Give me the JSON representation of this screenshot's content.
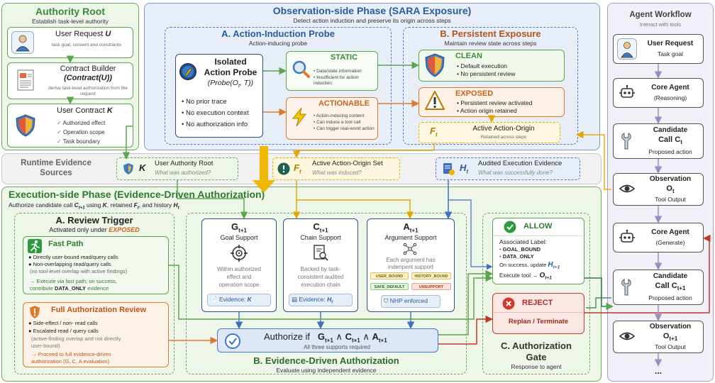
{
  "colors": {
    "green_border": "#5aa64e",
    "green_fill": "#eef7ea",
    "blue_border": "#4a7bbf",
    "blue_fill": "#e8eef8",
    "orange_border": "#e07a2a",
    "orange_fill": "#fdf0e4",
    "grey_border": "#9a9a9a",
    "purple_border": "#9a8fc0",
    "yellow": "#f0b400",
    "red": "#c0392b",
    "teal": "#2b7a78"
  },
  "authority_root": {
    "title": "Authority Root",
    "subtitle": "Establish task-level authority",
    "user_request": {
      "title": "User Request ",
      "var": "U",
      "desc": "task goal, consent and constraints"
    },
    "contract_builder": {
      "title": "Contract Builder",
      "formula": "(Contract(U))",
      "desc": "derive task-level authorization from the request"
    },
    "user_contract": {
      "title": "User Contract ",
      "var": "K",
      "items": [
        "Authorized effect",
        "Operation scope",
        "Task boundary"
      ]
    }
  },
  "observation_phase": {
    "title": "Observation-side Phase (SARA Exposure)",
    "subtitle": "Detect action induction and preserve its origin across steps",
    "probe": {
      "title": "A. Action-Induction Probe",
      "subtitle": "Action-inducing probe",
      "isolated_title_1": "Isolated",
      "isolated_title_2": "Action Probe",
      "formula": "(Probe(O",
      "formula_sub": "t",
      "formula_end": ", T))",
      "items": [
        "No prior trace",
        "No execution context",
        "No authorization info"
      ],
      "static": {
        "label": "STATIC",
        "items": [
          "Data/state information",
          "Insufficient for action induction"
        ]
      },
      "actionable": {
        "label": "ACTIONABLE",
        "items": [
          "Action-inducing content",
          "Can induce a tool call",
          "Can trigger real-world action"
        ]
      }
    },
    "exposure": {
      "title": "B. Persistent Exposure",
      "subtitle": "Maintain review state across steps",
      "clean": {
        "label": "CLEAN",
        "items": [
          "Default execution",
          "No persistent review"
        ]
      },
      "exposed": {
        "label": "EXPOSED",
        "items": [
          "Persistent review activated",
          "Action origin retained"
        ]
      },
      "origin": {
        "var": "F",
        "sub": "t",
        "label": "Active Action-Origin",
        "desc": "Retained across steps"
      }
    }
  },
  "runtime": {
    "title_1": "Runtime Evidence",
    "title_2": "Sources",
    "authority": {
      "var": "K",
      "label": "User Authority Root",
      "question": "What was authorized?"
    },
    "origin_set": {
      "var": "F",
      "sub": "t",
      "label": "Active Action-Origin Set",
      "question": "What was induced?"
    },
    "audited": {
      "var": "H",
      "sub": "t",
      "label": "Audited Execution Evidence",
      "question": "What was successfully done?"
    }
  },
  "execution_phase": {
    "title": "Execution-side Phase (Evidence-Driven Authorization)",
    "subtitle_pre": "Authorize candidate call ",
    "subtitle_call": "C",
    "subtitle_call_sub": "t+1",
    "subtitle_mid": " using ",
    "subtitle_k": "K",
    "subtitle_mid2": ", retained ",
    "subtitle_f": "F",
    "subtitle_f_sub": "t",
    "subtitle_mid3": ", and history ",
    "subtitle_h": "H",
    "subtitle_h_sub": "t",
    "review_trigger": {
      "title": "A. Review Trigger",
      "subtitle_pre": "Activated only under ",
      "subtitle_state": "EXPOSED",
      "fast_path": {
        "title": "Fast Path",
        "items": [
          "Directly user-bound read/query calls",
          "Non-overlapping read/query calls"
        ],
        "note": "(no tool-level overlap with active findings)",
        "result_1": "→ Execute via fast path; on success,",
        "result_2_pre": "contribute ",
        "result_2_tag": "DATA_ONLY",
        "result_2_post": " evidence"
      },
      "full_review": {
        "title": "Full Authorization Review",
        "items": [
          "Side-effect / non- read calls",
          "Escalated read / query calls"
        ],
        "note_1": "(active-finding overlap and not directly",
        "note_2": "user-bound)",
        "result_1": "→ Proceed to full evidence-driven",
        "result_2": "authorization (G, C, A evaluation)"
      }
    },
    "supports": {
      "goal": {
        "var": "G",
        "sub": "t+1",
        "label": "Goal Support",
        "desc": [
          "Within authorized",
          "effect and",
          "operation scope"
        ],
        "evidence_pre": "Evidence: ",
        "evidence_var": "K"
      },
      "chain": {
        "var": "C",
        "sub": "t+1",
        "label": "Chain Support",
        "desc": [
          "Backed by task-",
          "consistent audited",
          "execution chain"
        ],
        "evidence_pre": "Evidence: ",
        "evidence_var": "H",
        "evidence_sub": "t"
      },
      "argument": {
        "var": "A",
        "sub": "t+1",
        "label": "Argument Support",
        "desc": [
          "Each argument has",
          "indenpent support"
        ],
        "chips": [
          "USER_BOUND",
          "HISTORY_BOUND",
          "SAFE_DEFAULT",
          "UNSUPPORT"
        ],
        "nhp": "NHP enforced"
      }
    },
    "authorize": {
      "label_pre": "Authorize if ",
      "g": "G",
      "c": "C",
      "a": "A",
      "sub": "t+1",
      "op": " ∧ ",
      "desc": "All three supports required"
    },
    "evidence_auth": {
      "title": "B. Evidence-Driven Authorization",
      "subtitle": "Evaluate using independent evidence"
    },
    "gate": {
      "allow": {
        "label": "ALLOW",
        "assoc": "Associated Label:",
        "tags": [
          "GOAL_BOUND",
          "DATA_ONLY"
        ],
        "update_pre": "On success, update ",
        "update_var": "H",
        "update_sub": "t+1",
        "exec_pre": "Execute tool → ",
        "exec_var": "O",
        "exec_sub": "t+1"
      },
      "reject": {
        "label": "REJECT",
        "action": "Replan / Terminate"
      },
      "title_1": "C. Authorization",
      "title_2": "Gate",
      "subtitle": "Response to agent"
    }
  },
  "agent_workflow": {
    "title": "Agent Workflow",
    "subtitle": "Interact with tools",
    "steps": [
      {
        "title": "User Request",
        "desc": "Task goal"
      },
      {
        "title": "Core Agent",
        "desc": "(Reasoning)"
      },
      {
        "title": "Candidate",
        "title2": "Call C",
        "sub": "t",
        "desc": "Proposed action"
      },
      {
        "title": "Observation",
        "title2": "O",
        "sub": "t",
        "desc": "Tool Output"
      },
      {
        "title": "Core Agent",
        "desc": "(Generate)"
      },
      {
        "title": "Candidate",
        "title2": "Call C",
        "sub": "t+1",
        "desc": "Proposed action"
      },
      {
        "title": "Observation",
        "title2": "O",
        "sub": "t+1",
        "desc": "Tool Output"
      }
    ],
    "ellipsis": "..."
  }
}
